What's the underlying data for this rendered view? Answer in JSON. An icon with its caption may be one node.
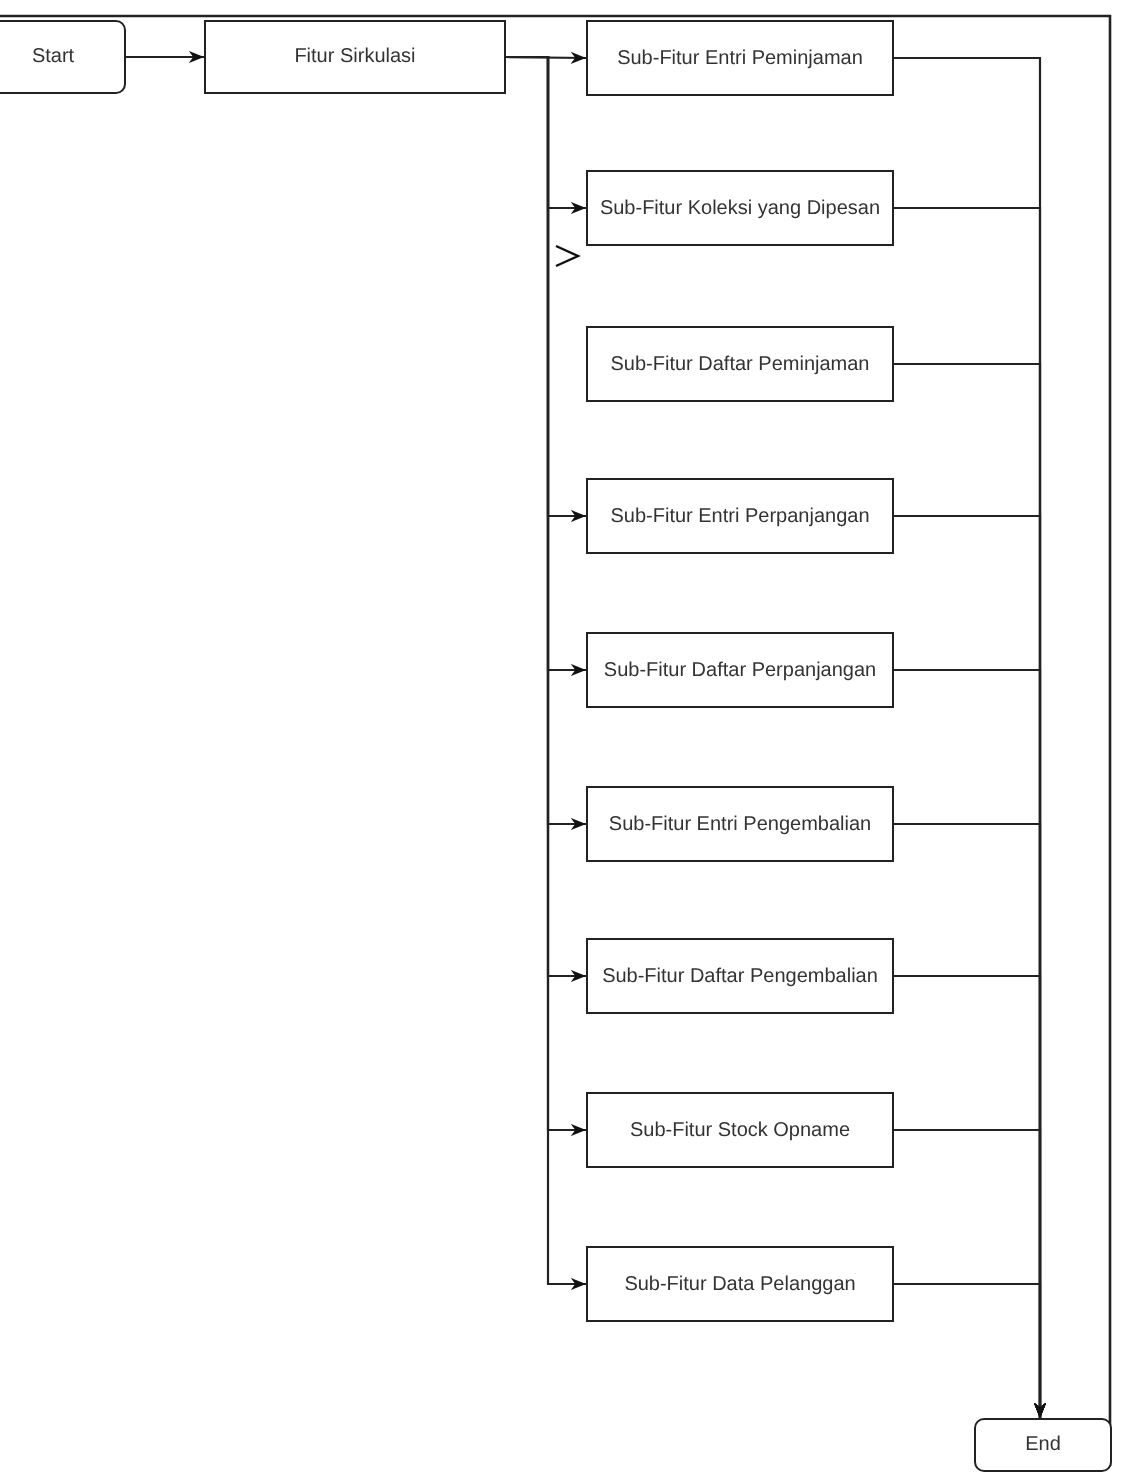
{
  "diagram": {
    "nodes": [
      {
        "text": [
          "Start"
        ]
      },
      {
        "text": [
          "Fitur Sirkulasi"
        ]
      },
      {
        "text": [
          "Sub-Fitur Entri Peminjaman"
        ]
      },
      {
        "text": [
          "Sub-Fitur Koleksi yang Dipesan"
        ]
      },
      {
        "text": [
          "Sub-Fitur Daftar Peminjaman"
        ]
      },
      {
        "text": [
          "Sub-Fitur Entri Perpanjangan"
        ]
      },
      {
        "text": [
          "Sub-Fitur Daftar Perpanjangan"
        ]
      },
      {
        "text": [
          "Sub-Fitur Entri Pengembalian"
        ]
      },
      {
        "text": [
          "Sub-Fitur Daftar Pengembalian"
        ]
      },
      {
        "text": [
          "Sub-Fitur Stock Opname"
        ]
      },
      {
        "text": [
          "Sub-Fitur Data Pelanggan"
        ]
      },
      {
        "text": [
          "End"
        ]
      }
    ],
    "edges": [
      {
        "from": 0,
        "to": 1,
        "arrow": "to"
      },
      {
        "from": 1,
        "to": 2,
        "arrow": "to"
      },
      {
        "from": 1,
        "to": 3,
        "arrow": "to"
      },
      {
        "from": 1,
        "to": 5,
        "arrow": "to"
      },
      {
        "from": 1,
        "to": 6,
        "arrow": "to"
      },
      {
        "from": 1,
        "to": 7,
        "arrow": "to"
      },
      {
        "from": 1,
        "to": 8,
        "arrow": "to"
      },
      {
        "from": 1,
        "to": 9,
        "arrow": "to"
      },
      {
        "from": 1,
        "to": 10,
        "arrow": "to"
      },
      {
        "from": 2,
        "to": 11,
        "arrow": "to"
      },
      {
        "from": 3,
        "to": 11,
        "arrow": "to"
      },
      {
        "from": 4,
        "to": 11,
        "arrow": "to"
      },
      {
        "from": 5,
        "to": 11,
        "arrow": "to"
      },
      {
        "from": 6,
        "to": 11,
        "arrow": "to"
      },
      {
        "from": 7,
        "to": 11,
        "arrow": "to"
      },
      {
        "from": 8,
        "to": 11,
        "arrow": "to"
      },
      {
        "from": 9,
        "to": 11,
        "arrow": "to"
      },
      {
        "from": 10,
        "to": 11,
        "arrow": "to"
      }
    ]
  }
}
